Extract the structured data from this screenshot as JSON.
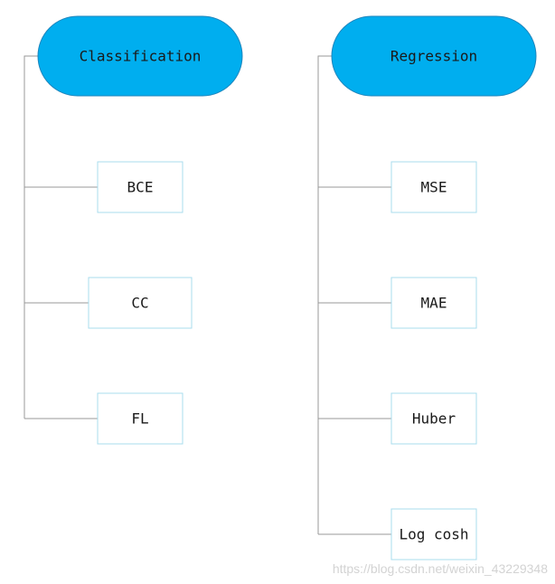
{
  "groups": [
    {
      "root": "Classification",
      "leaves": [
        "BCE",
        "CC",
        "FL"
      ]
    },
    {
      "root": "Regression",
      "leaves": [
        "MSE",
        "MAE",
        "Huber",
        "Log cosh"
      ]
    }
  ],
  "watermark": "https://blog.csdn.net/weixin_43229348",
  "colors": {
    "root_fill": "#00aeef",
    "root_stroke": "#1f86bd",
    "leaf_border": "#a9dcee",
    "connector": "#999999"
  }
}
